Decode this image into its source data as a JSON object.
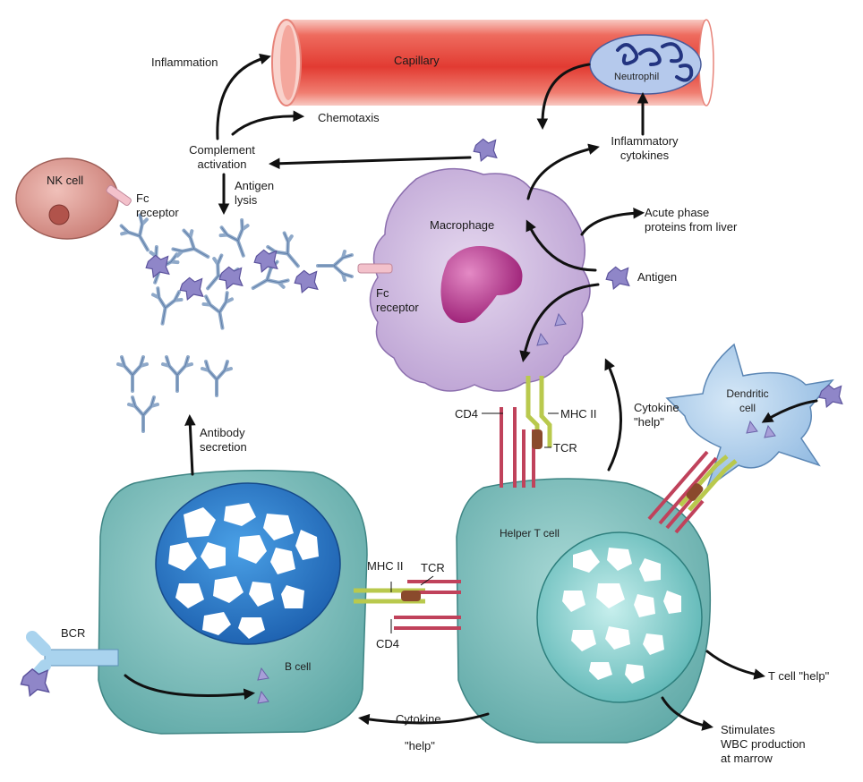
{
  "labels": {
    "inflammation": "Inflammation",
    "capillary": "Capillary",
    "neutrophil": "Neutrophil",
    "chemotaxis": "Chemotaxis",
    "complement_activation": [
      "Complement",
      "activation"
    ],
    "inflammatory_cytokines": [
      "Inflammatory",
      "cytokines"
    ],
    "nk_cell": "NK cell",
    "fc_receptor_nk": [
      "Fc",
      "receptor"
    ],
    "antigen_lysis": [
      "Antigen",
      "lysis"
    ],
    "macrophage": "Macrophage",
    "acute_phase": [
      "Acute phase",
      "proteins from liver"
    ],
    "antigen": "Antigen",
    "fc_receptor_mac": [
      "Fc",
      "receptor"
    ],
    "cd4_top": "CD4",
    "mhc2_top": "MHC II",
    "tcr_top": "TCR",
    "cytokine_help_top": [
      "Cytokine",
      "\"help\""
    ],
    "dendritic_cell": [
      "Dendritic",
      "cell"
    ],
    "antibody_secretion": [
      "Antibody",
      "secretion"
    ],
    "helper_t_cell": "Helper T cell",
    "mhc2_bottom": "MHC II",
    "tcr_bottom": "TCR",
    "cd4_bottom": "CD4",
    "bcr": "BCR",
    "b_cell": "B cell",
    "t_cell_help": "T cell \"help\"",
    "cytokine_bottom": "Cytokine",
    "help_bottom": "\"help\"",
    "stimulates": [
      "Stimulates",
      "WBC production",
      "at marrow"
    ]
  },
  "colors": {
    "capillary_red": "#e8443a",
    "capillary_pink": "#f6b0a8",
    "macrophage": "#c9b3dc",
    "macrophage_nucleus": "#b02a86",
    "cell_teal": "#6fb5b3",
    "b_nucleus": "#2f79c6",
    "t_nucleus": "#8cd3d3",
    "antigen": "#8f86c8",
    "antibody": "#8fa9c9",
    "mhc": "#b9c94d",
    "tcr": "#c0425b",
    "nk_cell": "#d9948d",
    "dendritic": "#a9cbe9"
  }
}
